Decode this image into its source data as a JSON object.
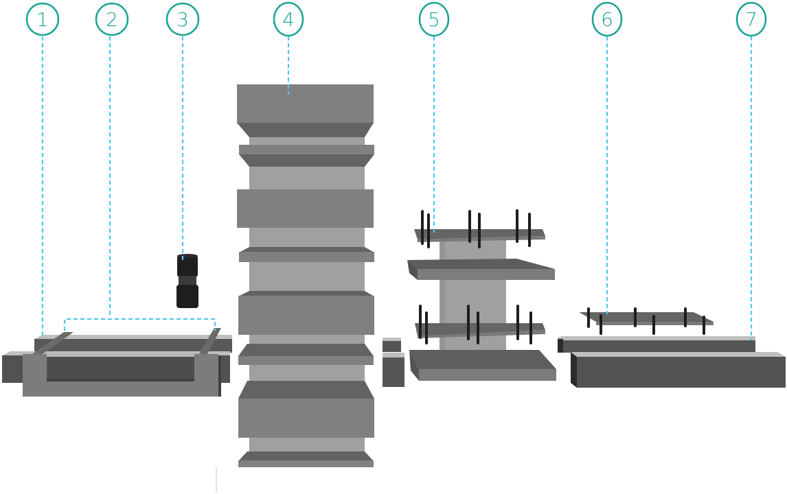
{
  "diagram": {
    "type": "exploded-assembly",
    "colors": {
      "callout": "#1aa394",
      "leader": "#4fc8f0",
      "metal_light": "#a0a09f",
      "metal_mid": "#808080",
      "metal_dark": "#636462",
      "metal_darker": "#525351",
      "top_highlight": "#bfbfbf",
      "pin": "#1c1d1c"
    },
    "callouts": [
      {
        "id": 1,
        "label": "1"
      },
      {
        "id": 2,
        "label": "2"
      },
      {
        "id": 3,
        "label": "3"
      },
      {
        "id": 4,
        "label": "4"
      },
      {
        "id": 5,
        "label": "5"
      },
      {
        "id": 6,
        "label": "6"
      },
      {
        "id": 7,
        "label": "7"
      }
    ]
  }
}
